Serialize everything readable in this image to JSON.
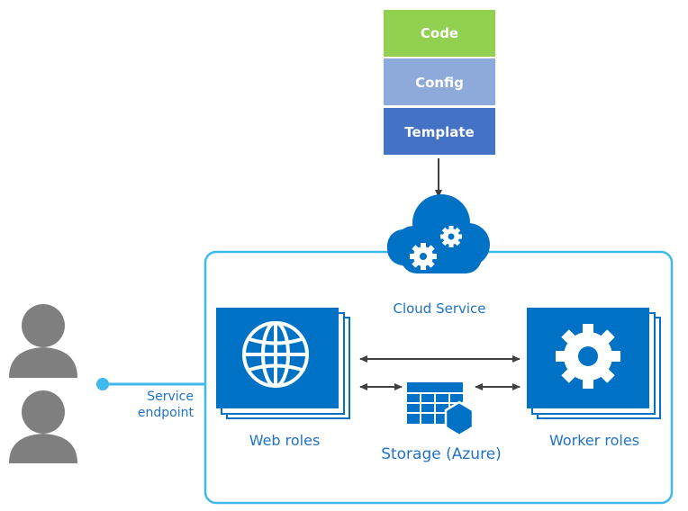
{
  "stack": {
    "code": "Code",
    "config": "Config",
    "template": "Template"
  },
  "cloud_service_label": "Cloud Service",
  "web_roles_label": "Web roles",
  "worker_roles_label": "Worker roles",
  "storage_label": "Storage (Azure)",
  "endpoint": {
    "line1": "Service",
    "line2": "endpoint"
  },
  "colors": {
    "code": "#92d050",
    "config": "#8eaadb",
    "template": "#4472c4",
    "azure_blue": "#0072c6",
    "border": "#3fb8ea",
    "user_gray": "#7f7f7f",
    "label_blue": "#1f72c4",
    "connector_gray": "#404040"
  }
}
